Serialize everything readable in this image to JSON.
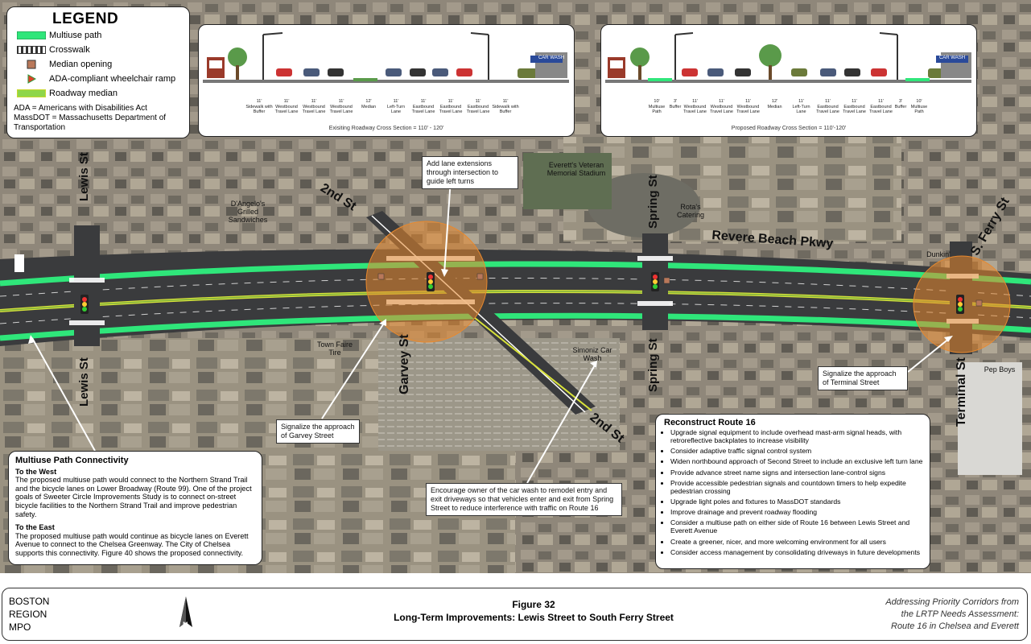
{
  "legend": {
    "title": "LEGEND",
    "items": [
      {
        "label": "Multiuse path",
        "icon": "green-bar-icon",
        "color": "#2fe67a"
      },
      {
        "label": "Crosswalk",
        "icon": "crosswalk-icon",
        "color": "#ffffff"
      },
      {
        "label": "Median opening",
        "icon": "median-opening-icon",
        "color": "#b9785a"
      },
      {
        "label": "ADA-compliant wheelchair ramp",
        "icon": "ramp-triangle-icon",
        "color": "#e0402a"
      },
      {
        "label": "Roadway median",
        "icon": "median-bar-icon",
        "color": "#8ed64a"
      }
    ],
    "note1": "ADA = Americans with Disabilities Act",
    "note2": "MassDOT = Massachusetts Department of Transportation"
  },
  "cross_sections": {
    "existing": {
      "caption": "Exisiting Roadway Cross Section = 110' - 120'",
      "widths": [
        "11'",
        "11'",
        "11'",
        "11'",
        "12'",
        "11'",
        "11'",
        "11'",
        "11'",
        "11'"
      ],
      "labels": [
        "Sidewalk with Buffer",
        "Westbound Travel Lane",
        "Westbound Travel Lane",
        "Westbound Travel Lane",
        "Median",
        "Left-Turn Lane",
        "Eastbound Travel Lane",
        "Eastbound Travel Lane",
        "Eastbound Travel Lane",
        "Sidewalk with Buffer"
      ],
      "sign": "CAR WASH"
    },
    "proposed": {
      "caption": "Proposed Roadway Cross Section = 110'-120'",
      "widths": [
        "10'",
        "3'",
        "11'",
        "11'",
        "11'",
        "12'",
        "11'",
        "11'",
        "11'",
        "11'",
        "3'",
        "10'"
      ],
      "labels": [
        "Multiuse Path",
        "Buffer",
        "Westbound Travel Lane",
        "Westbound Travel Lane",
        "Westbound Travel Lane",
        "Median",
        "Left-Turn Lane",
        "Eastbound Travel Lane",
        "Eastbound Travel Lane",
        "Eastbound Travel Lane",
        "Buffer",
        "Multiuse Path"
      ],
      "sign": "CAR WASH"
    }
  },
  "streets": {
    "lewis_top": "Lewis St",
    "lewis_bottom": "Lewis St",
    "second_top": "2nd St",
    "second_bottom": "2nd St",
    "garvey": "Garvey St",
    "spring_top": "Spring St",
    "spring_bottom": "Spring St",
    "revere": "Revere Beach Pkwy",
    "s_ferry": "S. Ferry St",
    "terminal": "Terminal St"
  },
  "places": {
    "dangelos": "D'Angelo's Grilled Sandwiches",
    "stadium": "Everett's Veteran Memorial Stadium",
    "rotas": "Rota's Catering",
    "dunkin": "Dunkin'",
    "town_fair": "Town Faire Tire",
    "simoniz": "Simoniz Car Wash",
    "pep_boys": "Pep Boys"
  },
  "callouts": {
    "lane_ext": "Add lane extensions through intersection to guide left turns",
    "garvey": "Signalize the approach of Garvey Street",
    "terminal": "Signalize the approach of Terminal Street",
    "carwash": "Encourage owner of the car wash to remodel entry and exit driveways so that vehicles enter and exit from Spring Street to reduce interference with traffic on Route 16"
  },
  "multiuse": {
    "title": "Multiuse Path Connectivity",
    "west_head": "To the West",
    "west_text": "The proposed multiuse path would connect to the Northern Strand Trail and the bicycle lanes on Lower Broadway (Route 99). One of the project goals of Sweeter Circle Improvements Study is to connect on-street bicycle facilities to the Northern Strand Trail and improve pedestrian safety.",
    "east_head": "To the East",
    "east_text": "The proposed multiuse path would continue as bicycle lanes on Everett Avenue to connect to the Chelsea Greenway. The City of Chelsea supports this connectivity. Figure 40 shows the proposed connectivity."
  },
  "reconstruct": {
    "title": "Reconstruct Route 16",
    "items": [
      "Upgrade signal equipment to include overhead mast-arm signal heads, with retroreflective backplates to increase visibility",
      "Consider adaptive traffic signal control system",
      "Widen northbound approach of Second Street to include an exclusive left turn lane",
      "Provide advance street name signs and intersection lane-control signs",
      "Provide accessible pedestrian signals and countdown timers to help expedite pedestrian crossing",
      "Upgrade light poles and fixtures to MassDOT standards",
      "Improve drainage and prevent roadway flooding",
      "Consider a multiuse path on either side of Route 16 between Lewis Street and Everett Avenue",
      "Create a greener, nicer, and more welcoming environment for all users",
      "Consider access management by consolidating driveways in future developments"
    ]
  },
  "footer": {
    "org1": "BOSTON",
    "org2": "REGION",
    "org3": "MPO",
    "north": "N",
    "fig": "Figure 32",
    "title": "Long-Term Improvements: Lewis Street to South Ferry Street",
    "right1": "Addressing Priority Corridors from",
    "right2": "the LRTP Needs Assessment:",
    "right3": "Route 16 in Chelsea and Everett"
  },
  "colors": {
    "path": "#2fe67a",
    "median": "#d8e23a",
    "road": "#3a3b3d",
    "intersection": "#e8892e",
    "aerial": "#8a8270"
  }
}
